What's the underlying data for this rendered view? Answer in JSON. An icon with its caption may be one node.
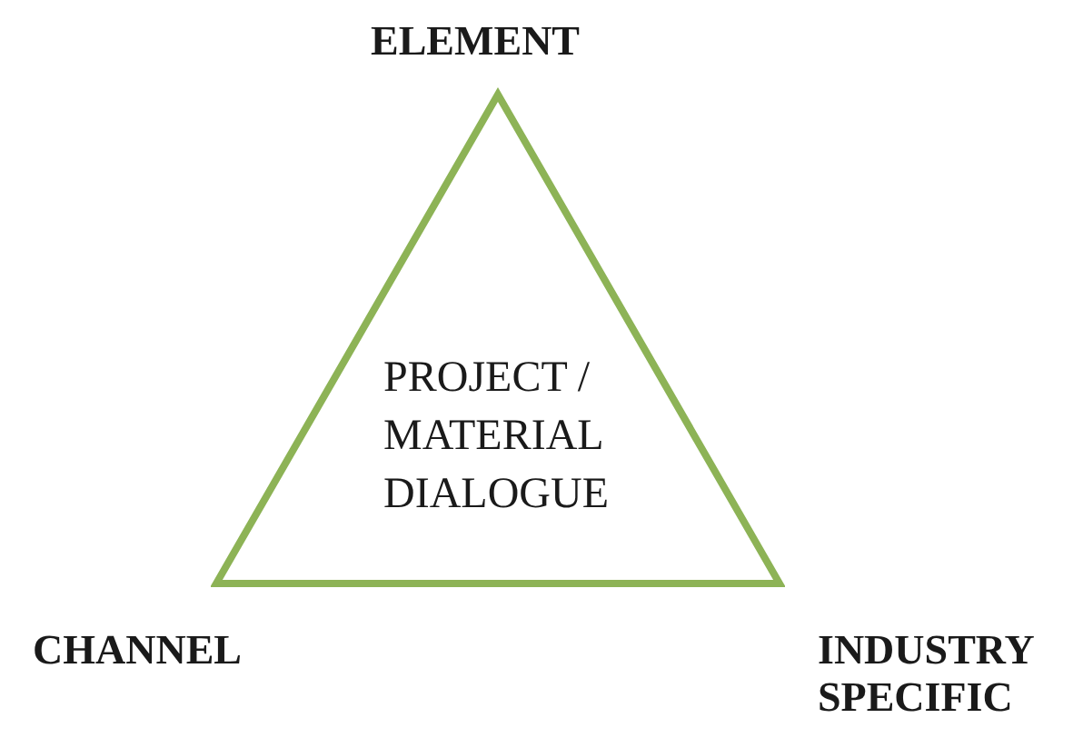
{
  "diagram": {
    "nodes": [
      {
        "text": [
          "PROJECT / MATERIAL DIALOGUE"
        ]
      }
    ],
    "edges": [],
    "labels": [
      "ELEMENT",
      "CHANNEL",
      "INDUSTRY SPECIFIC"
    ]
  }
}
